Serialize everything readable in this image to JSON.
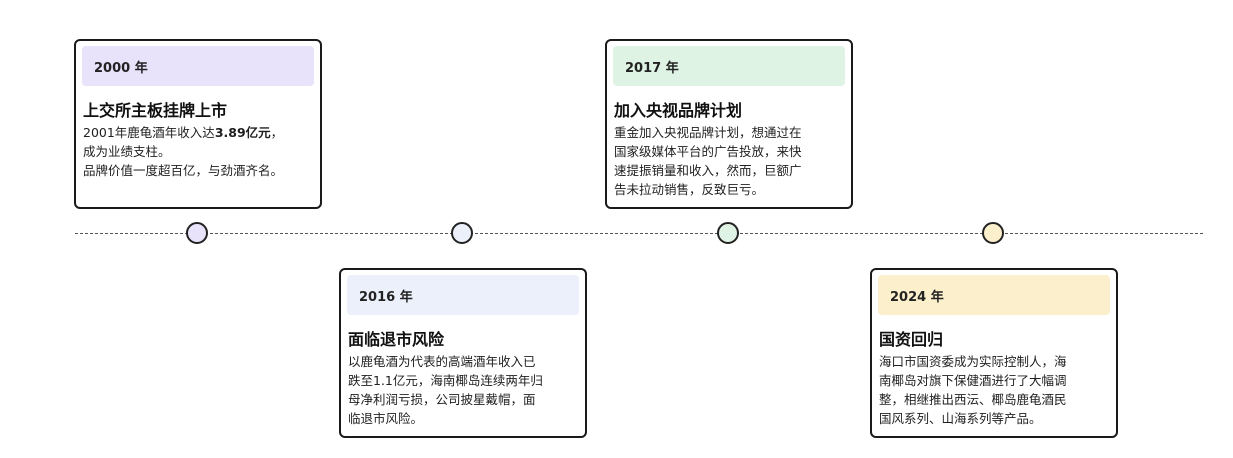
{
  "colors": {
    "purple": "#e9e2fb",
    "blue": "#ebf0fb",
    "green": "#dff3e5",
    "yellow": "#fbefcc"
  },
  "events": [
    {
      "year": "2000 年",
      "title": "上交所主板挂牌上市",
      "body": {
        "l1a": "2001年鹿龟酒年收入达",
        "l1b": "3.89亿元",
        "l1c": "，",
        "l2": "成为业绩支柱。",
        "l3": "品牌价值一度超百亿，与劲酒齐名。"
      }
    },
    {
      "year": "2016 年",
      "title": "面临退市风险",
      "body": {
        "l1": "以鹿龟酒为代表的高端酒年收入已",
        "l2": "跌至1.1亿元，海南椰岛连续两年归",
        "l3": "母净利润亏损，公司披星戴帽，面",
        "l4": "临退市风险。"
      }
    },
    {
      "year": "2017 年",
      "title": "加入央视品牌计划",
      "body": {
        "l1": "重金加入央视品牌计划，想通过在",
        "l2": "国家级媒体平台的广告投放，来快",
        "l3": "速提振销量和收入，然而，巨额广",
        "l4": "告未拉动销售，反致巨亏。"
      }
    },
    {
      "year": "2024 年",
      "title": "国资回归",
      "body": {
        "l1": "海口市国资委成为实际控制人，海",
        "l2": "南椰岛对旗下保健酒进行了大幅调",
        "l3": "整，相继推出西沄、椰岛鹿龟酒民",
        "l4": "国风系列、山海系列等产品。"
      }
    }
  ]
}
